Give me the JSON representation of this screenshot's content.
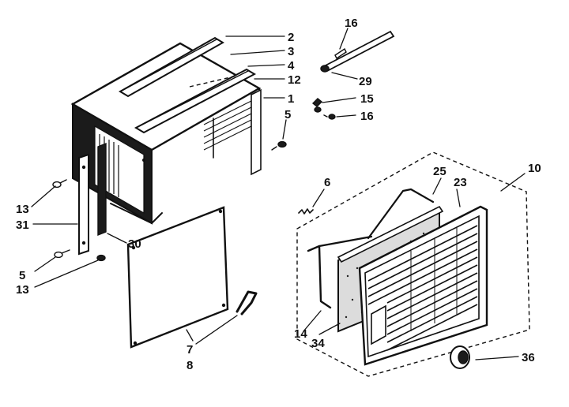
{
  "callouts": {
    "c2": "2",
    "c3": "3",
    "c4": "4",
    "c12": "12",
    "c1": "1",
    "c5a": "5",
    "c16a": "16",
    "c29": "29",
    "c15": "15",
    "c16b": "16",
    "c13a": "13",
    "c31": "31",
    "c30": "30",
    "c5b": "5",
    "c13b": "13",
    "c6": "6",
    "c7": "7",
    "c8": "8",
    "c10": "10",
    "c25": "25",
    "c23": "23",
    "c14": "14",
    "c34": "34",
    "c36": "36"
  },
  "colors": {
    "ink": "#111111",
    "paper": "#ffffff"
  }
}
